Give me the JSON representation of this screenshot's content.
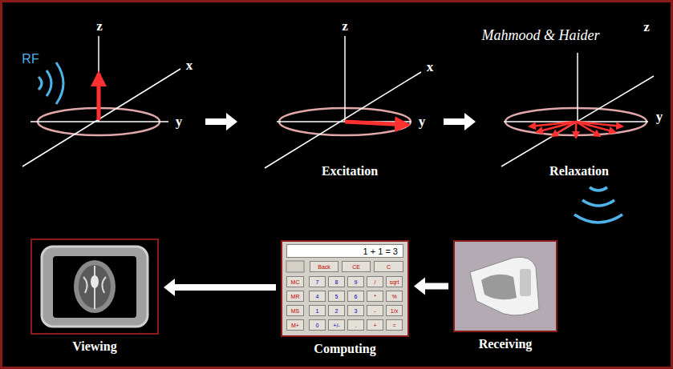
{
  "diagram": {
    "nodes": [
      {
        "text": [
          "Viewing"
        ]
      },
      {
        "text": [
          "Computing"
        ]
      },
      {
        "text": [
          "Receiving"
        ]
      }
    ],
    "edges": [
      {
        "from": 2,
        "to": 1,
        "arrow": "to"
      },
      {
        "from": 1,
        "to": 0,
        "arrow": "to"
      }
    ],
    "labels": [
      "RF",
      "z",
      "x",
      "y",
      "z",
      "x",
      "y",
      "Mahmood & Haider",
      "z",
      "y",
      "Excitation",
      "Relaxation",
      "1 + 1 = 3",
      "Back",
      "CE",
      "C",
      "MC",
      "7",
      "8",
      "9",
      "/",
      "sqrt",
      "MR",
      "4",
      "5",
      "6",
      "*",
      "%",
      "MS",
      "1",
      "2",
      "3",
      "-",
      "1/x",
      "M+",
      "0",
      "+/-",
      ".",
      "+",
      "="
    ]
  }
}
